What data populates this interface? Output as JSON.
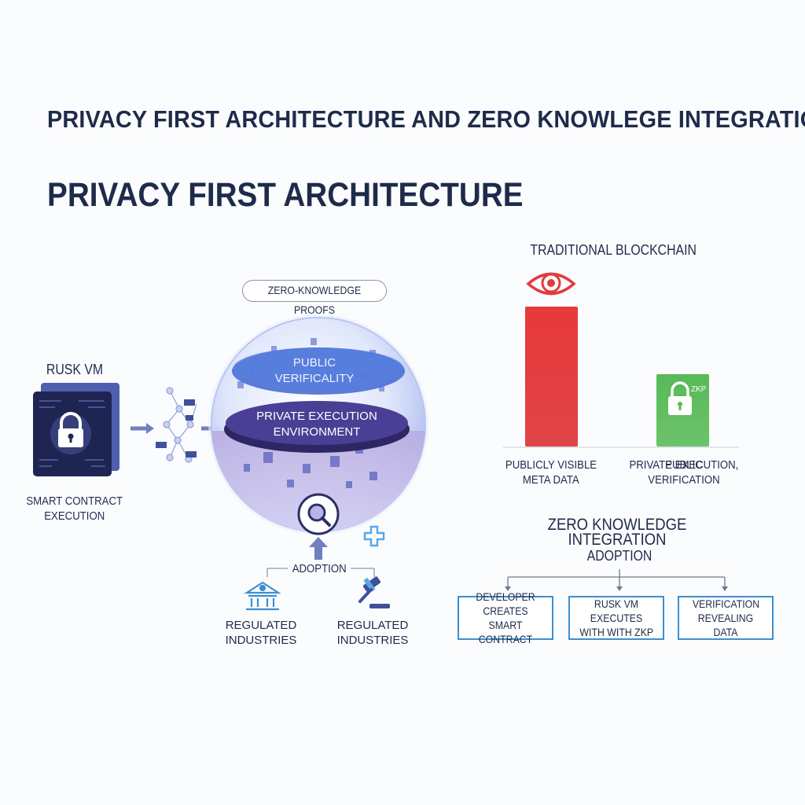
{
  "title": "PRIVACY FIRST ARCHITECTURE AND ZERO KNOWLEGE INTEGRATION",
  "subtitle": "PRIVACY FIRST ARCHITECTURE",
  "left": {
    "rusk_vm_label": "RUSK VM",
    "smart_contract_label": [
      "SMART CONTRACT",
      "EXECUTION"
    ],
    "zkp_pill": "ZERO-KNOWLEDGE PROOFS",
    "sphere_top": [
      "PUBLIC",
      "VERIFICALITY"
    ],
    "sphere_mid": [
      "PRIVATE EXECUTION",
      "ENVIRONMENT"
    ],
    "adoption_label": "ADOPTION",
    "industries": [
      {
        "icon": "bank-icon",
        "label": [
          "REGULATED",
          "INDUSTRIES"
        ]
      },
      {
        "icon": "gavel-icon",
        "label": [
          "REGULATED",
          "INDUSTRIES"
        ]
      }
    ]
  },
  "right": {
    "traditional_label": "TRADITIONAL BLOCKCHAIN",
    "red_bar_label": [
      "PUBLICLY VISIBLE",
      "META DATA"
    ],
    "green_bar_label": [
      "PRIVATE EXECUTION,",
      "PUBLIC VERIFICATION"
    ],
    "zkp_badge": "ZKP",
    "zk_integration_label": "ZERO KNOWLEDGE INTEGRATION",
    "adoption_label": "ADOPTION",
    "steps": [
      [
        "DEVELOPER CREATES",
        "SMART CONTRACT"
      ],
      [
        "RUSK VM EXECUTES",
        "WITH WITH ZKP"
      ],
      [
        "VERIFICATION",
        "REVEALING DATA"
      ]
    ]
  },
  "colors": {
    "title": "#1e2b4a",
    "red": "#e23b3f",
    "green": "#5cba5c",
    "navy": "#1d2550",
    "sphere_blue": "#4d72d6",
    "sphere_purple": "#4a3f95",
    "box_border": "#3c8fd0"
  }
}
